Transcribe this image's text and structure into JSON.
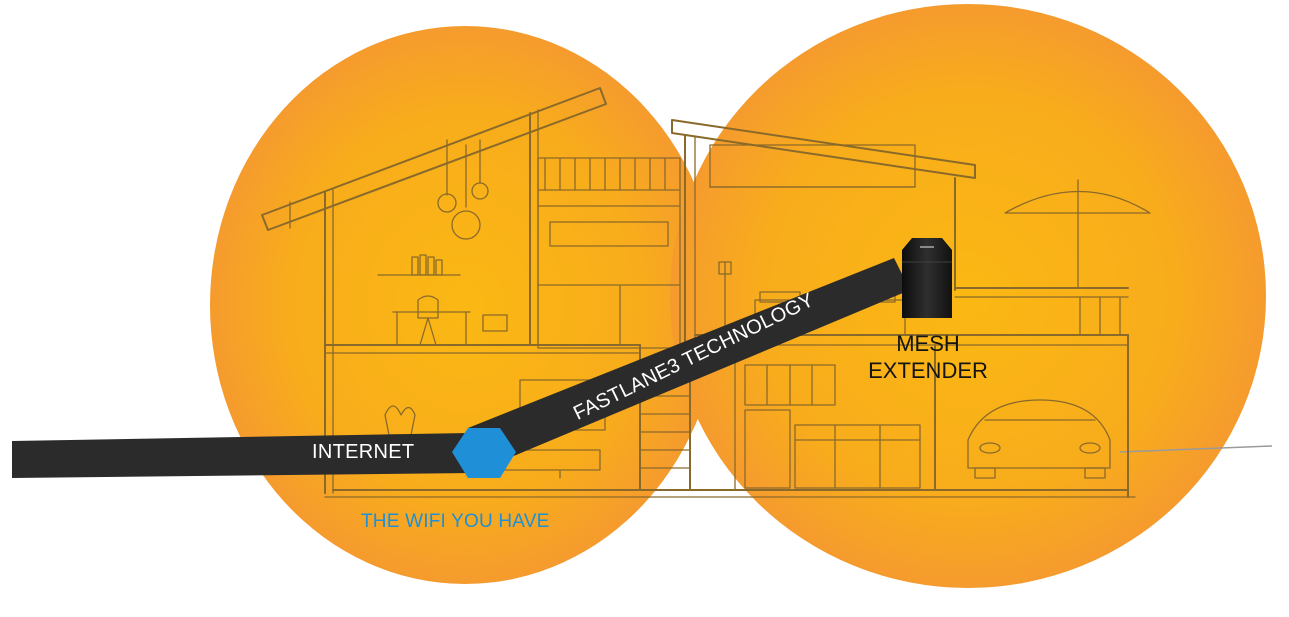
{
  "labels": {
    "internet": "INTERNET",
    "fastlane": "FASTLANE3 TECHNOLOGY",
    "mesh_line1": "MESH",
    "mesh_line2": "EXTENDER",
    "wifi_you_have": "THE WIFI YOU HAVE"
  },
  "colors": {
    "coverage_center": "#fbb813",
    "coverage_edge": "#f59b2e",
    "cable": "#2b2b2b",
    "router_hub": "#1f8fd8",
    "wifi_label": "#1e90d6",
    "house_line": "#8a6a2a"
  },
  "icons": {
    "router": "hexagon-router-icon",
    "extender": "mesh-extender-icon"
  }
}
